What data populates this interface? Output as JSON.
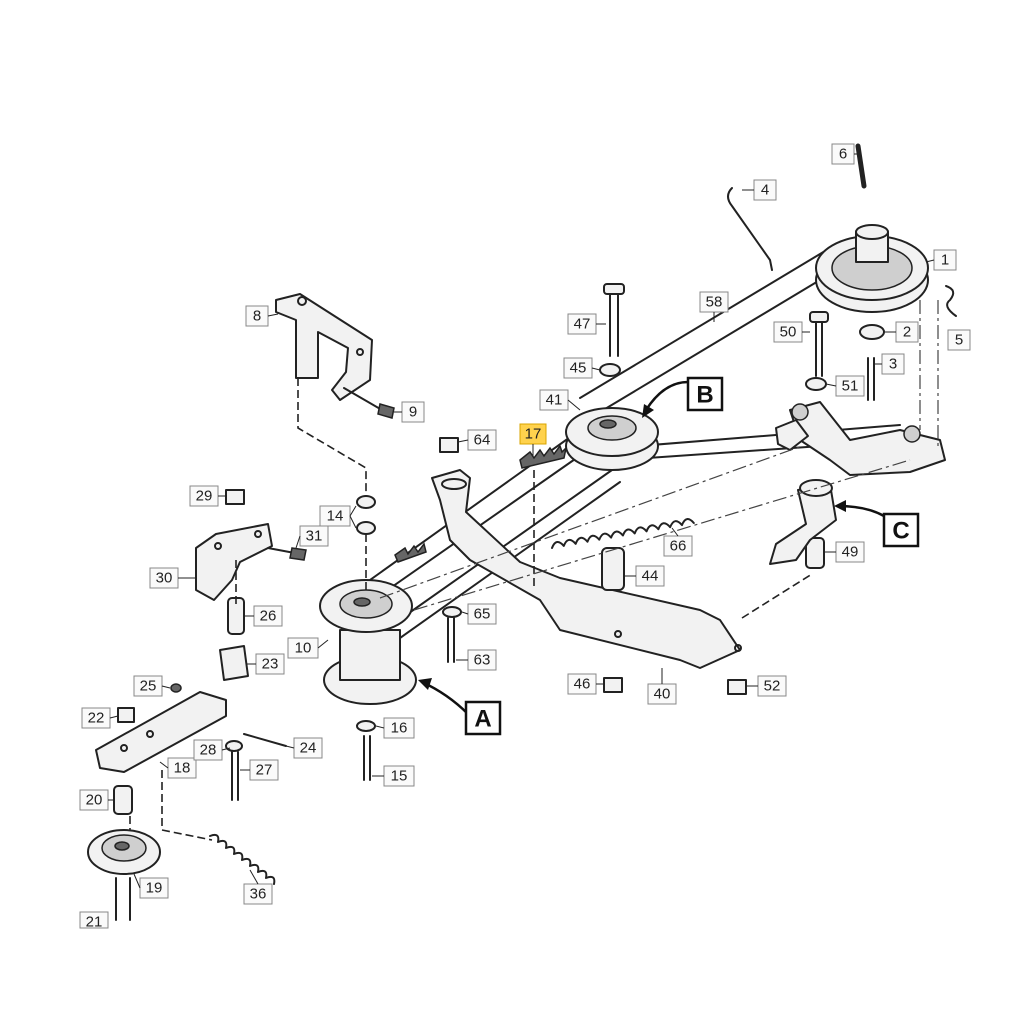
{
  "parts": {
    "p1": "1",
    "p2": "2",
    "p3": "3",
    "p4": "4",
    "p5": "5",
    "p6": "6",
    "p8": "8",
    "p9": "9",
    "p10": "10",
    "p14": "14",
    "p15": "15",
    "p16": "16",
    "p17": "17",
    "p18": "18",
    "p19": "19",
    "p20": "20",
    "p21": "21",
    "p22": "22",
    "p23": "23",
    "p24": "24",
    "p25": "25",
    "p26": "26",
    "p27": "27",
    "p28": "28",
    "p29": "29",
    "p30": "30",
    "p31": "31",
    "p36": "36",
    "p40": "40",
    "p41": "41",
    "p44": "44",
    "p45": "45",
    "p46": "46",
    "p47": "47",
    "p49": "49",
    "p50": "50",
    "p51": "51",
    "p52": "52",
    "p58": "58",
    "p63": "63",
    "p64": "64",
    "p65": "65",
    "p66": "66"
  },
  "refs": {
    "a": "A",
    "b": "B",
    "c": "C"
  },
  "colors": {
    "highlight": "#ffd24d",
    "line": "#222222"
  }
}
